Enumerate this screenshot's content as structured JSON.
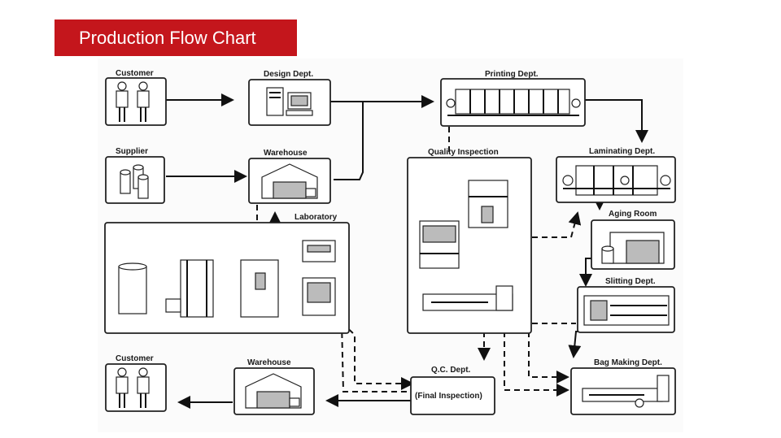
{
  "title": "Production Flow Chart",
  "nodes": {
    "customer_top": "Customer",
    "design": "Design Dept.",
    "printing": "Printing Dept.",
    "supplier": "Supplier",
    "warehouse_top": "Warehouse",
    "quality": "Quality Inspection",
    "laminating": "Laminating Dept.",
    "laboratory": "Laboratory",
    "aging": "Aging Room",
    "slitting": "Slitting Dept.",
    "customer_bottom": "Customer",
    "warehouse_bottom": "Warehouse",
    "qc": "Q.C. Dept.",
    "qc_sub": "(Final Inspection)",
    "bag": "Bag Making Dept."
  },
  "icons": [
    "people-icon",
    "computer-icon",
    "printing-press-icon",
    "paper-rolls-icon",
    "warehouse-icon",
    "inspection-machine-icon",
    "laminator-icon",
    "lab-equipment-icon",
    "aging-room-icon",
    "slitter-icon",
    "bag-machine-icon"
  ]
}
